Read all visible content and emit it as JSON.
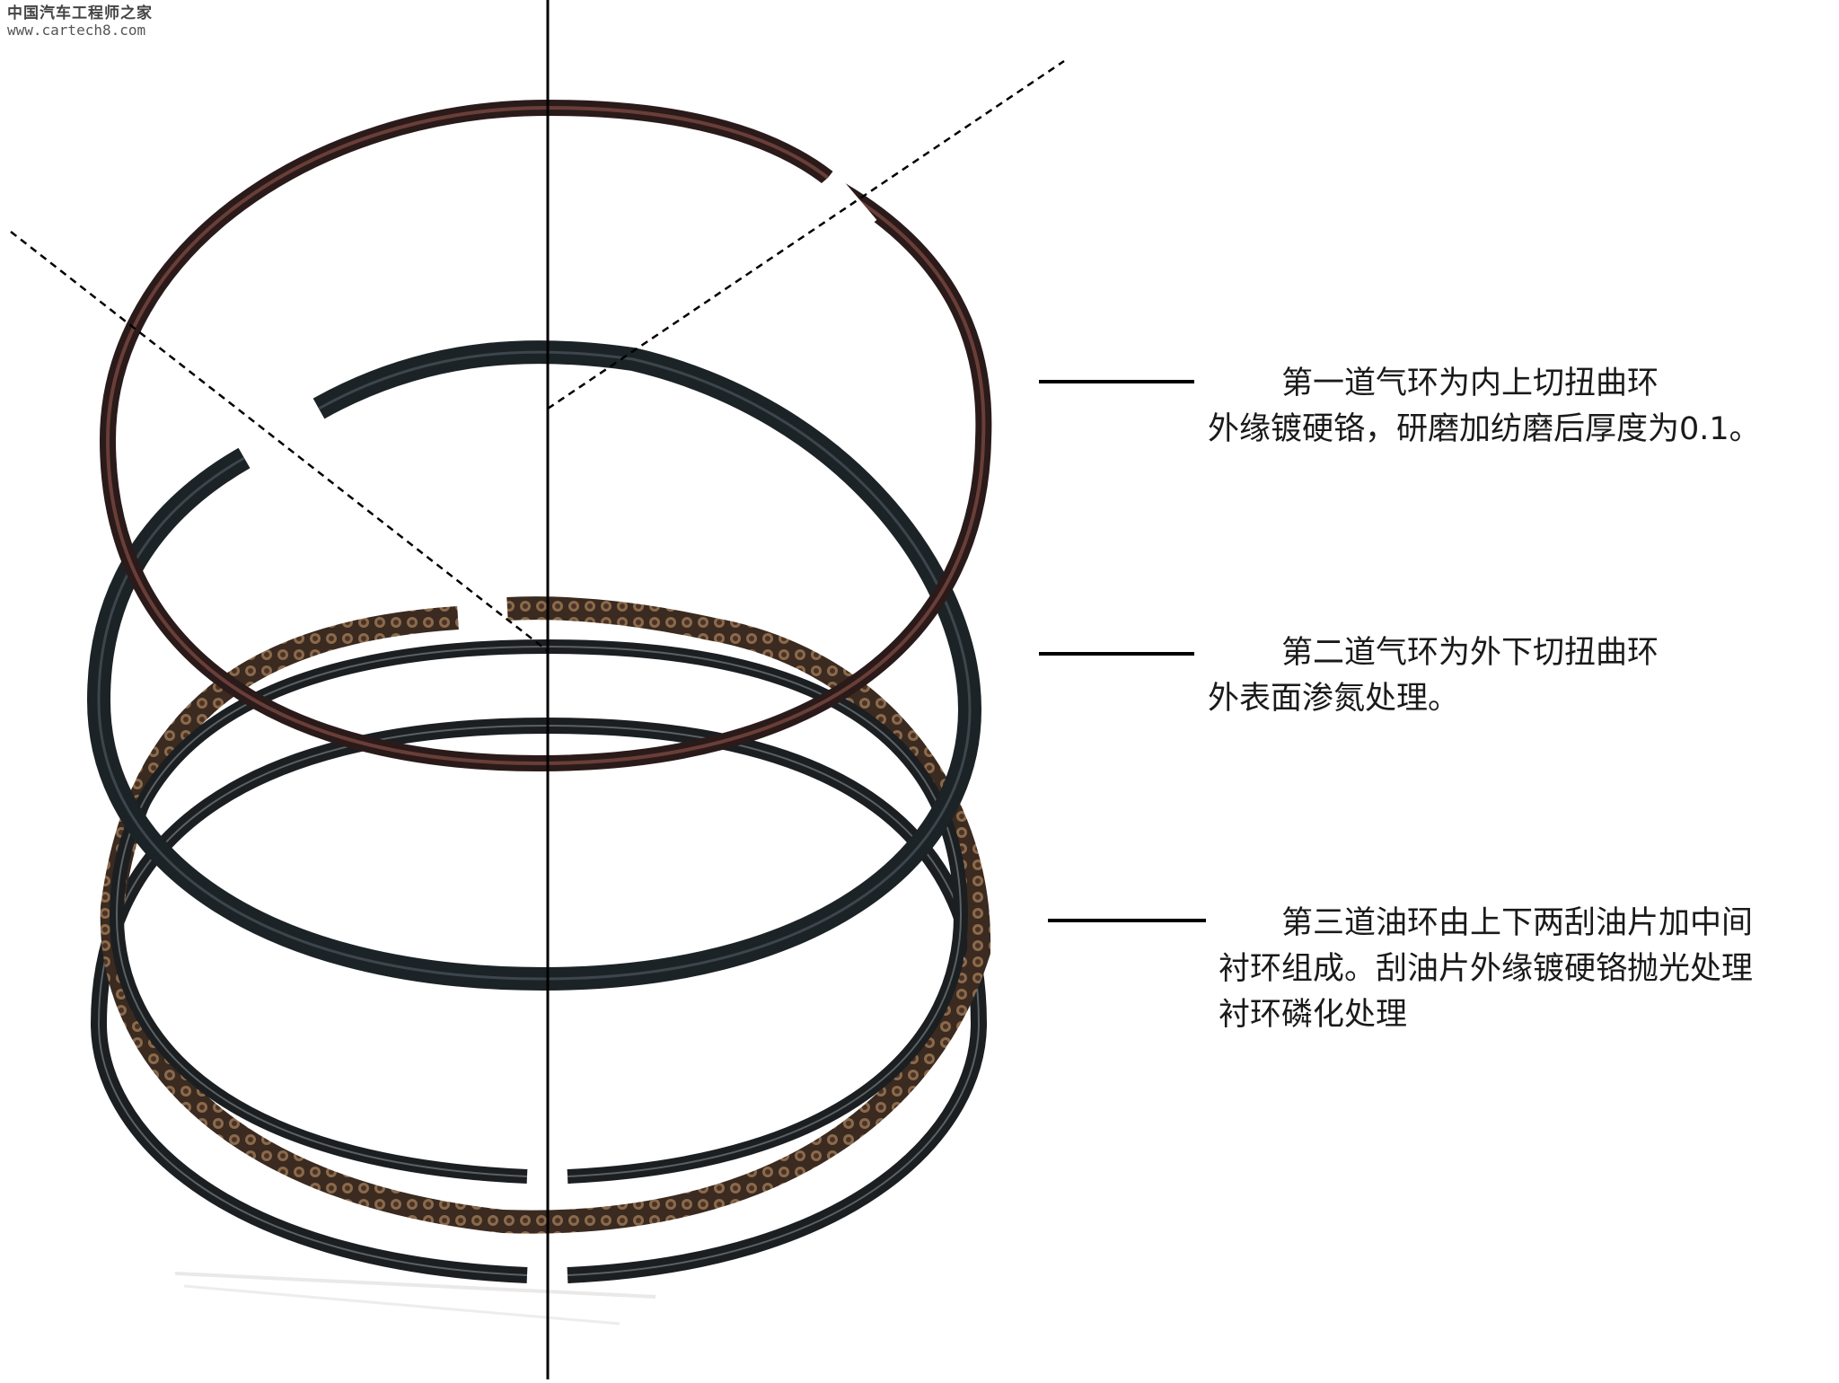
{
  "watermark": {
    "site_name": "中国汽车工程师之家",
    "url": "www.cartech8.com"
  },
  "diagram": {
    "components": [
      {
        "id": "top-ring",
        "name": "top-compression-ring",
        "color": "#2b1c1a",
        "accent": "#5a3630"
      },
      {
        "id": "second-ring",
        "name": "second-compression-ring",
        "color": "#1d2428"
      },
      {
        "id": "oil-ring",
        "name": "oil-control-ring-assembly",
        "color": "#1e2225",
        "expander_color": "#6b4a33"
      }
    ],
    "guide_lines": [
      "vertical-center-axis",
      "dashed-gap-indicator-left",
      "dashed-gap-indicator-right"
    ]
  },
  "labels": [
    {
      "key": "ring1",
      "lines": [
        "第一道气环为内上切扭曲环",
        "外缘镀硬铬，研磨加纺磨后厚度为0.1。"
      ]
    },
    {
      "key": "ring2",
      "lines": [
        "第二道气环为外下切扭曲环",
        "外表面渗氮处理。"
      ]
    },
    {
      "key": "ring3",
      "lines": [
        "第三道油环由上下两刮油片加中间",
        "衬环组成。刮油片外缘镀硬铬抛光处理",
        "衬环磷化处理"
      ]
    }
  ]
}
